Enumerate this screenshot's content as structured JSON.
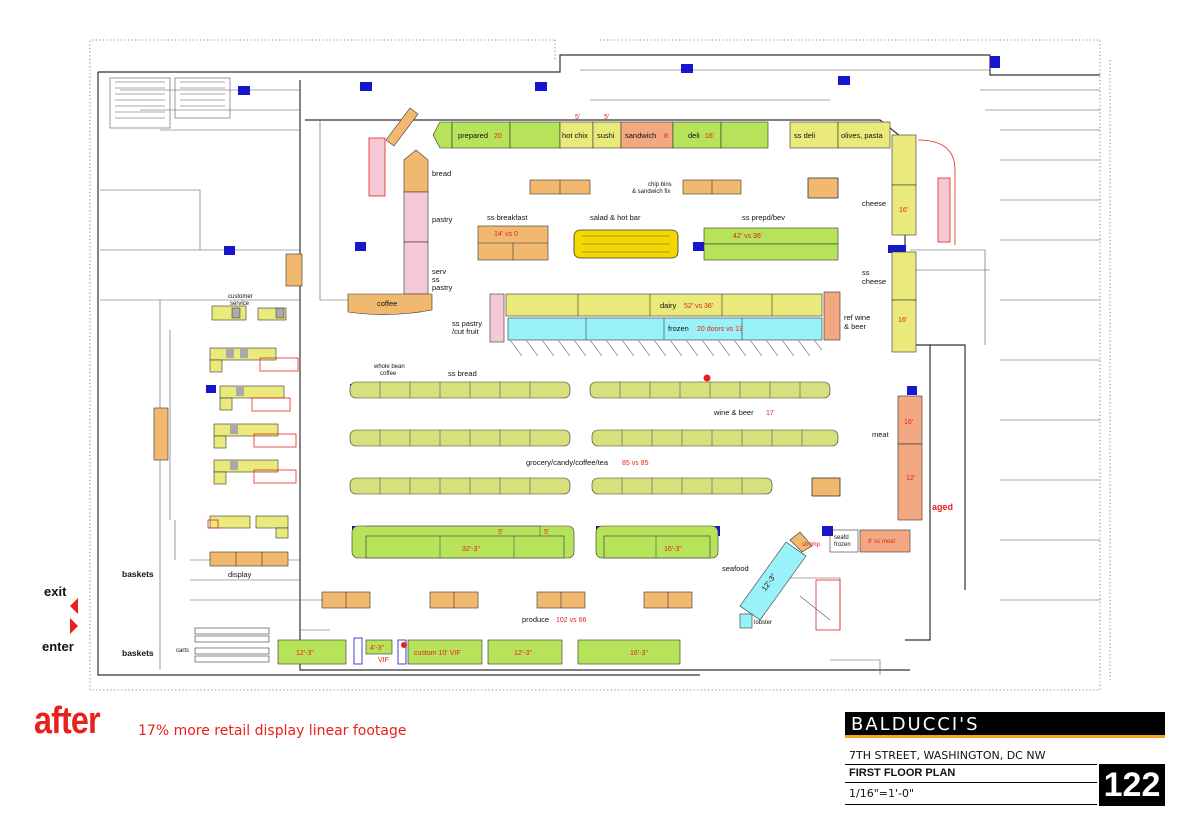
{
  "plan": {
    "labels": {
      "prepared": "prepared",
      "prepared_n": "20",
      "hot_chix": "hot chix",
      "sushi": "sushi",
      "sandwich": "sandwich",
      "sandwich_n": "8",
      "deli": "deli",
      "deli_n": "16'",
      "five_a": "5'",
      "five_b": "5'",
      "ss_deli": "ss deli",
      "olives_pasta": "olives, pasta",
      "bread": "bread",
      "pastry": "pastry",
      "serv": "serv",
      "ss": "ss",
      "ss_pastry": "pastry",
      "coffee": "coffee",
      "chip_bins": "chip bins",
      "sandwich_fix": "& sandwich fix",
      "cheese": "cheese",
      "cheese_n": "16'",
      "ss_breakfast": "ss breakfast",
      "ss_breakfast_n": "14' vs 0",
      "salad_hot_bar": "salad & hot bar",
      "ss_prepd_bev": "ss prepd/bev",
      "ss_prepd_bev_n": "42' vs 36'",
      "ss_cheese_1": "ss",
      "ss_cheese_2": "cheese",
      "ss_cheese_n": "16'",
      "customer": "customer",
      "service": "service",
      "dairy": "dairy",
      "dairy_n": "52' vs 36'",
      "frozen": "frozen",
      "frozen_n": "20 doors vs 13",
      "ss_pastry_cut_1": "ss pastry",
      "ss_pastry_cut_2": "/cut fruit",
      "ref_wine_1": "ref wine",
      "ref_wine_2": "& beer",
      "whole_bean_1": "whole bean",
      "whole_bean_2": "coffee",
      "ss_bread": "ss bread",
      "wine_beer": "wine & beer",
      "wine_beer_n": "17",
      "meat": "meat",
      "meat_n1": "16'",
      "meat_n2": "12'",
      "aged": "aged",
      "grocery": "grocery/candy/coffee/tea",
      "grocery_n": "85 vs 85",
      "five_c": "5'",
      "five_d": "5'",
      "len_32": "32'-3\"",
      "len_16": "16'-3\"",
      "seafd_frozen_1": "seafd",
      "seafd_frozen_2": "frozen",
      "meat_case": "8' ss meat",
      "shrimp": "shrimp",
      "seafood": "seafood",
      "seafood_n": "12'-3\"",
      "lobster": "lobster",
      "display": "display",
      "baskets_1": "baskets",
      "baskets_2": "baskets",
      "exit": "exit",
      "enter": "enter",
      "produce": "produce",
      "produce_n": "102 vs 66",
      "carts": "carts",
      "b_12_a": "12'-3\"",
      "b_4": "4'-3\"",
      "vif": "VIF",
      "custom": "custom 10' VIF",
      "b_12_b": "12'-3\"",
      "b_16": "16'-3\""
    }
  },
  "footer": {
    "after": "after",
    "note": "17% more retail display linear footage"
  },
  "title_block": {
    "brand": "BALDUCCI'S",
    "address": "7TH STREET, WASHINGTON, DC NW",
    "floor": "FIRST FLOOR PLAN",
    "scale": "1/16\"=1'-0\"",
    "sheet": "122"
  },
  "colors": {
    "green": "#b7e35a",
    "orange": "#f0b96f",
    "yellow": "#eaea7c",
    "cyan": "#99f2f7",
    "salmon": "#f2a880",
    "pink": "#f6c9d7",
    "blue": "#1616cc",
    "red": "#e8211d"
  }
}
